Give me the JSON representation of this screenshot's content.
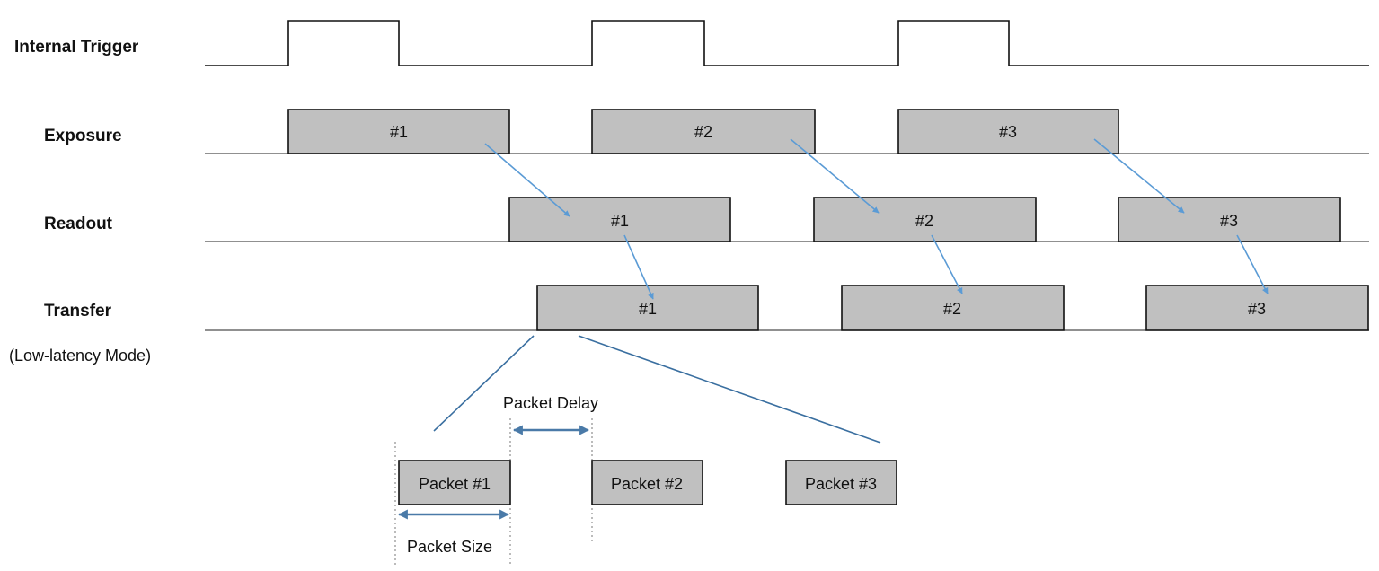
{
  "labels": {
    "internal_trigger": "Internal Trigger",
    "exposure": "Exposure",
    "readout": "Readout",
    "transfer": "Transfer",
    "transfer_mode": "(Low-latency Mode)"
  },
  "exposure_frames": [
    "#1",
    "#2",
    "#3"
  ],
  "readout_frames": [
    "#1",
    "#2",
    "#3"
  ],
  "transfer_frames": [
    "#1",
    "#2",
    "#3"
  ],
  "packets": [
    "Packet #1",
    "Packet #2",
    "Packet #3"
  ],
  "annotations": {
    "packet_delay": "Packet Delay",
    "packet_size": "Packet Size"
  },
  "colors": {
    "box_fill": "#c0c0c0",
    "flow_arrow": "#5b9bd5",
    "dimension_arrow": "#4a7aa8"
  }
}
